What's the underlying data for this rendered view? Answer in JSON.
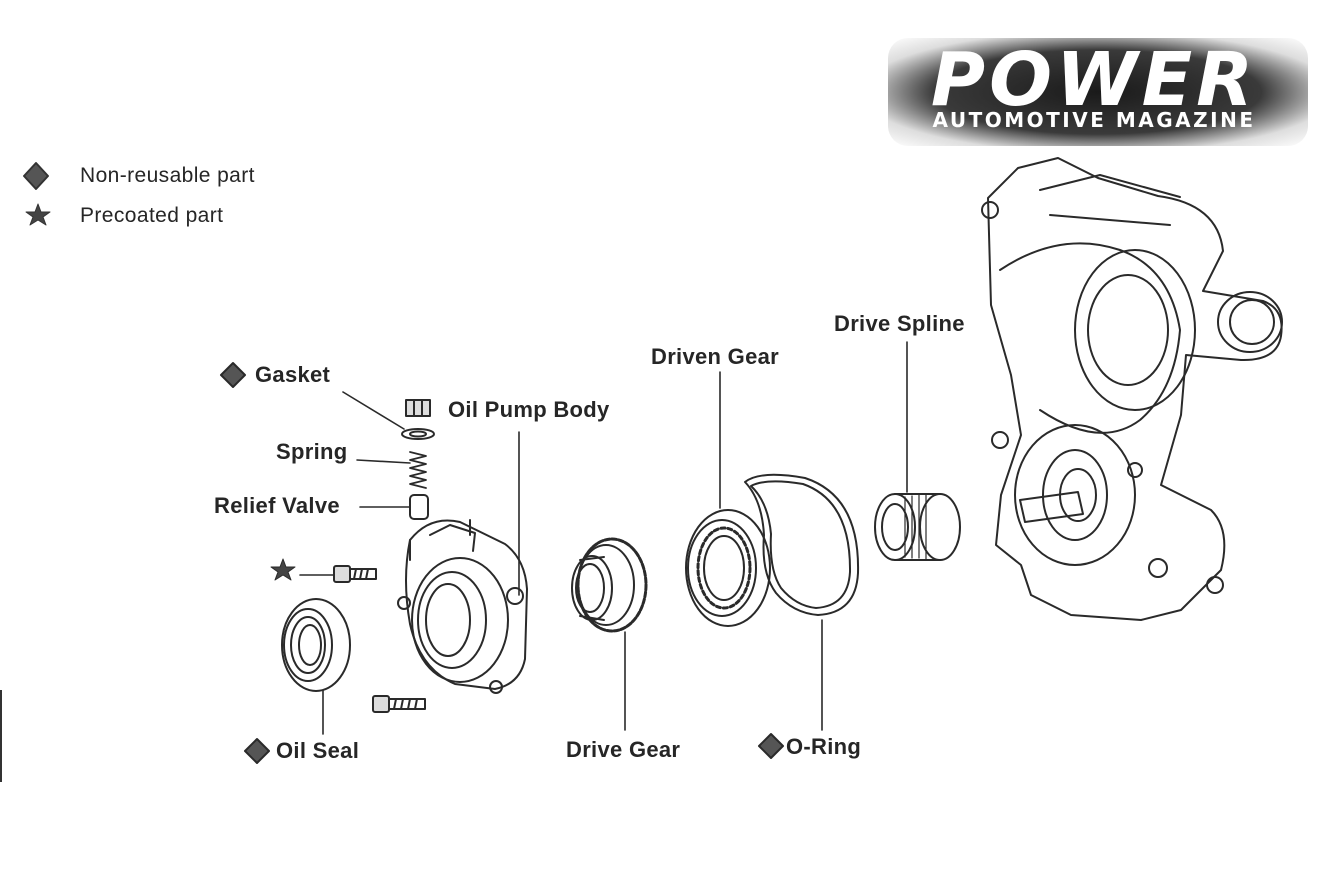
{
  "logo": {
    "title": "POWER",
    "subtitle": "AUTOMOTIVE MAGAZINE"
  },
  "legend": [
    {
      "symbol": "diamond",
      "label": "Non-reusable part"
    },
    {
      "symbol": "star",
      "label": "Precoated part"
    }
  ],
  "parts": {
    "gasket": "Gasket",
    "oil_pump_body": "Oil Pump Body",
    "spring": "Spring",
    "relief_valve": "Relief Valve",
    "oil_seal": "Oil Seal",
    "drive_gear": "Drive Gear",
    "driven_gear": "Driven Gear",
    "o_ring": "O-Ring",
    "drive_spline": "Drive Spline"
  },
  "colors": {
    "ink": "#262626",
    "line": "#2a2a2a",
    "logo_bg": "#222222",
    "logo_text": "#ffffff"
  }
}
